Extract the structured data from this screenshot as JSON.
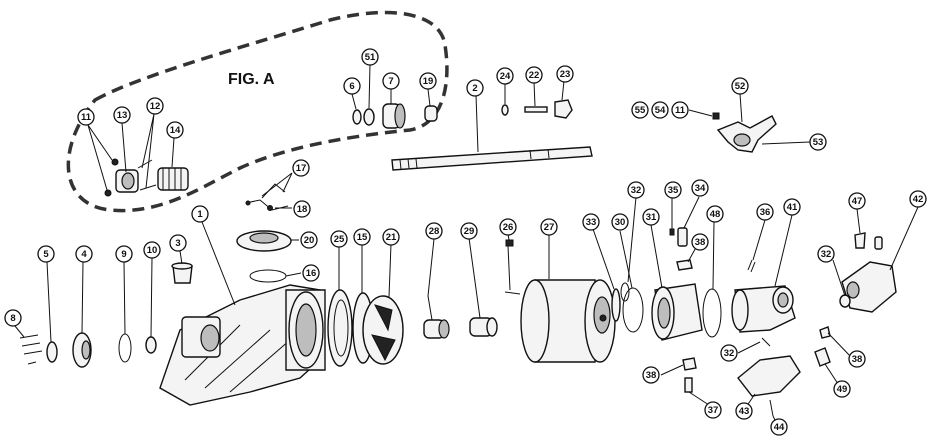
{
  "figure": {
    "label": "FIG. A"
  },
  "callouts": [
    {
      "id": "c1",
      "label": "1"
    },
    {
      "id": "c2",
      "label": "2"
    },
    {
      "id": "c3",
      "label": "3"
    },
    {
      "id": "c4",
      "label": "4"
    },
    {
      "id": "c5",
      "label": "5"
    },
    {
      "id": "c6",
      "label": "6"
    },
    {
      "id": "c7",
      "label": "7"
    },
    {
      "id": "c8",
      "label": "8"
    },
    {
      "id": "c9",
      "label": "9"
    },
    {
      "id": "c10",
      "label": "10"
    },
    {
      "id": "c11a",
      "label": "11"
    },
    {
      "id": "c11b",
      "label": "11"
    },
    {
      "id": "c12",
      "label": "12"
    },
    {
      "id": "c13",
      "label": "13"
    },
    {
      "id": "c14",
      "label": "14"
    },
    {
      "id": "c15",
      "label": "15"
    },
    {
      "id": "c16",
      "label": "16"
    },
    {
      "id": "c17",
      "label": "17"
    },
    {
      "id": "c18",
      "label": "18"
    },
    {
      "id": "c19",
      "label": "19"
    },
    {
      "id": "c20",
      "label": "20"
    },
    {
      "id": "c21",
      "label": "21"
    },
    {
      "id": "c22",
      "label": "22"
    },
    {
      "id": "c23",
      "label": "23"
    },
    {
      "id": "c24",
      "label": "24"
    },
    {
      "id": "c25",
      "label": "25"
    },
    {
      "id": "c26",
      "label": "26"
    },
    {
      "id": "c27",
      "label": "27"
    },
    {
      "id": "c28",
      "label": "28"
    },
    {
      "id": "c29",
      "label": "29"
    },
    {
      "id": "c30",
      "label": "30"
    },
    {
      "id": "c31",
      "label": "31"
    },
    {
      "id": "c32a",
      "label": "32"
    },
    {
      "id": "c32b",
      "label": "32"
    },
    {
      "id": "c32c",
      "label": "32"
    },
    {
      "id": "c33",
      "label": "33"
    },
    {
      "id": "c34",
      "label": "34"
    },
    {
      "id": "c35",
      "label": "35"
    },
    {
      "id": "c36",
      "label": "36"
    },
    {
      "id": "c37",
      "label": "37"
    },
    {
      "id": "c38a",
      "label": "38"
    },
    {
      "id": "c38b",
      "label": "38"
    },
    {
      "id": "c38c",
      "label": "38"
    },
    {
      "id": "c41",
      "label": "41"
    },
    {
      "id": "c42",
      "label": "42"
    },
    {
      "id": "c43",
      "label": "43"
    },
    {
      "id": "c44",
      "label": "44"
    },
    {
      "id": "c47",
      "label": "47"
    },
    {
      "id": "c48",
      "label": "48"
    },
    {
      "id": "c49",
      "label": "49"
    },
    {
      "id": "c51",
      "label": "51"
    },
    {
      "id": "c52",
      "label": "52"
    },
    {
      "id": "c53",
      "label": "53"
    },
    {
      "id": "c54",
      "label": "54"
    },
    {
      "id": "c55",
      "label": "55"
    }
  ]
}
